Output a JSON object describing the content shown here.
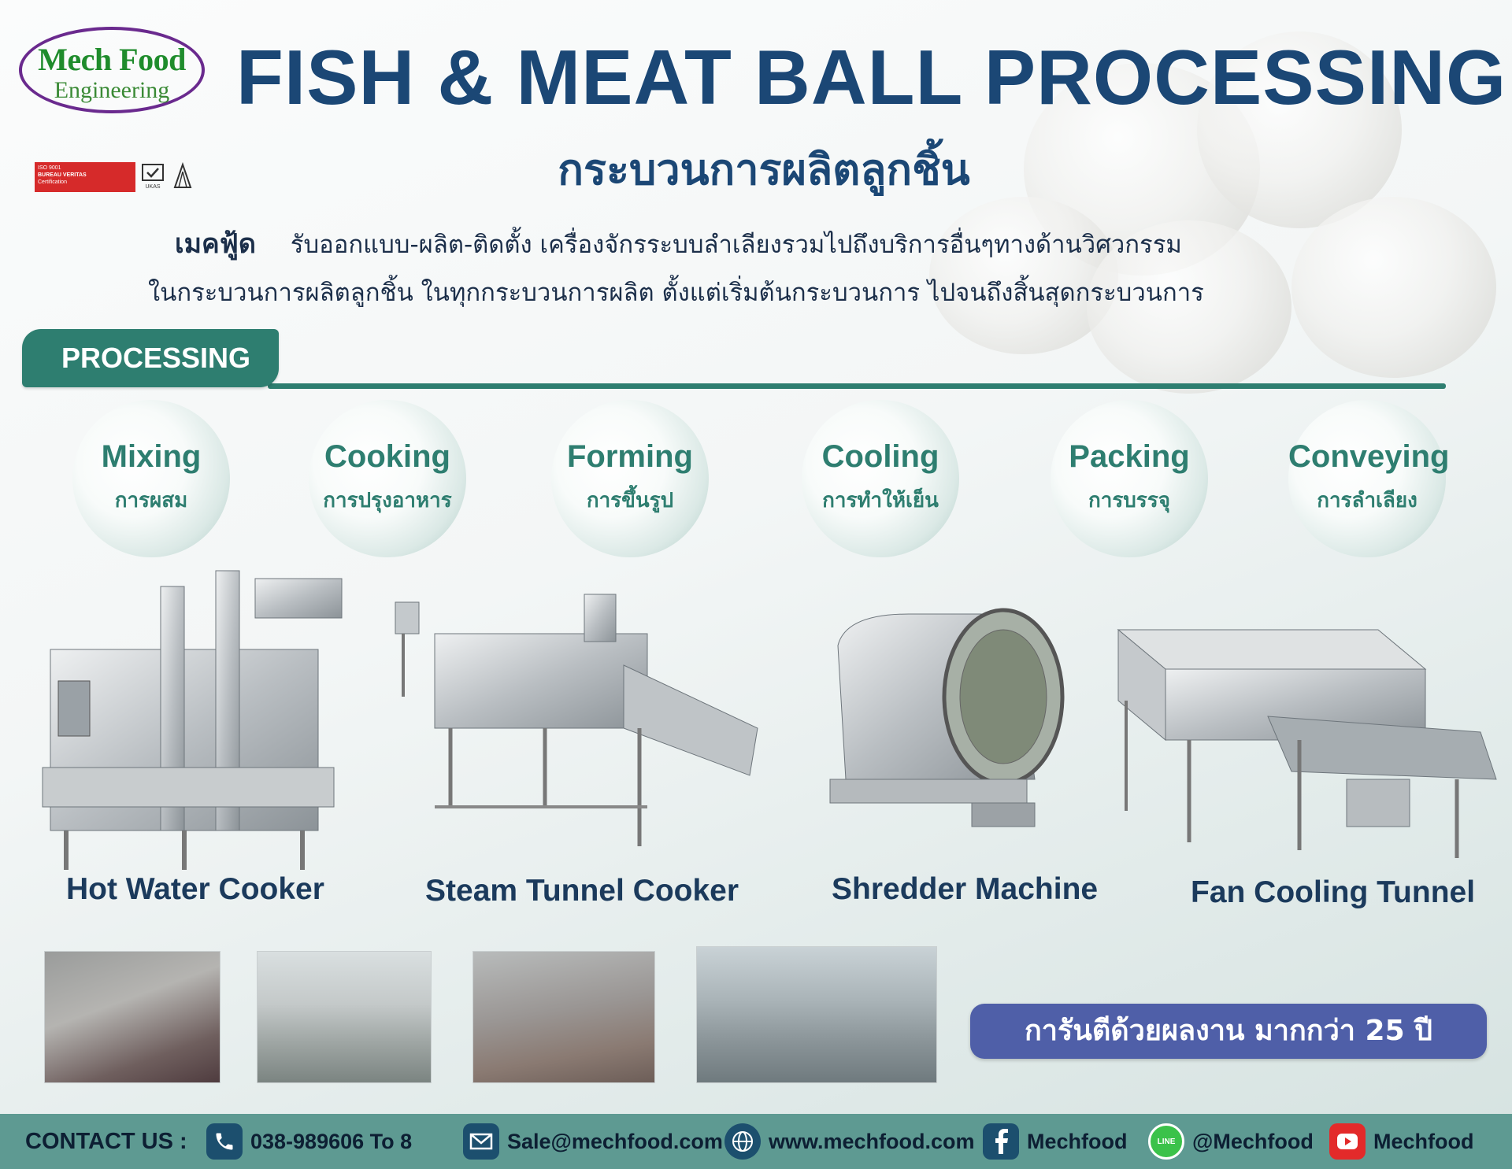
{
  "logo": {
    "line1": "Mech Food",
    "line2": "Engineering"
  },
  "cert": {
    "iso": "ISO 9001",
    "bv": "BUREAU VERITAS",
    "bv_sub": "Certification",
    "ukas": "UKAS"
  },
  "header": {
    "title": "FISH & MEAT BALL PROCESSING",
    "subtitle": "กระบวนการผลิตลูกชิ้น",
    "brand": "เมคฟู้ด",
    "desc_line1": "รับออกแบบ-ผลิต-ติดตั้ง เครื่องจักรระบบลำเลียงรวมไปถึงบริการอื่นๆทางด้านวิศวกรรม",
    "desc_line2": "ในกระบวนการผลิตลูกชิ้น ในทุกกระบวนการผลิต ตั้งแต่เริ่มต้นกระบวนการ ไปจนถึงสิ้นสุดกระบวนการ"
  },
  "processing_tab": "PROCESSING",
  "steps": [
    {
      "en": "Mixing",
      "th": "การผสม"
    },
    {
      "en": "Cooking",
      "th": "การปรุงอาหาร"
    },
    {
      "en": "Forming",
      "th": "การขึ้นรูป"
    },
    {
      "en": "Cooling",
      "th": "การทำให้เย็น"
    },
    {
      "en": "Packing",
      "th": "การบรรจุ"
    },
    {
      "en": "Conveying",
      "th": "การลำเลียง"
    }
  ],
  "machines": [
    {
      "label": "Hot Water Cooker"
    },
    {
      "label": "Steam Tunnel Cooker"
    },
    {
      "label": "Shredder Machine"
    },
    {
      "label": "Fan Cooling Tunnel"
    }
  ],
  "guarantee": "การันตีด้วยผลงาน มากกว่า 25 ปี",
  "contact": {
    "label": "CONTACT US :",
    "phone": "038-989606 To 8",
    "email": "Sale@mechfood.com",
    "website": "www.mechfood.com",
    "facebook": "Mechfood",
    "line": "@Mechfood",
    "line_badge": "LINE",
    "youtube": "Mechfood"
  },
  "colors": {
    "title_blue": "#1b4775",
    "teal": "#2e7e70",
    "footer": "#5e9a92",
    "guarantee": "#4f5fa8"
  }
}
